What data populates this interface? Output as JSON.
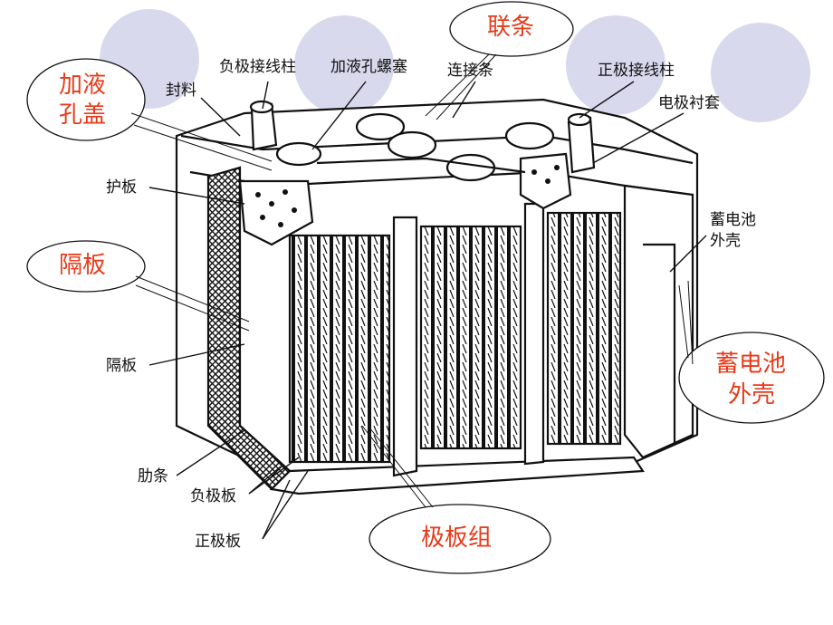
{
  "diagram": {
    "labels": {
      "fuji_jiexianzhu": "负极接线柱",
      "jiayekong_luosai": "加液孔螺塞",
      "lianjietiao": "连接条",
      "zhengji_jiexianzhu": "正极接线柱",
      "fengliao": "封料",
      "dianji_chentao": "电极衬套",
      "huban": "护板",
      "xudianchi_waike": "蓄电池外壳",
      "geban": "隔板",
      "leitiao": "肋条",
      "fujiban": "负极板",
      "zhengjiban": "正极板"
    },
    "callouts": {
      "jiayekonggai_1": "加液",
      "jiayekonggai_2": "孔盖",
      "liantiao": "联条",
      "geban": "隔板",
      "xudianchi_waike_1": "蓄电池",
      "xudianchi_waike_2": "外壳",
      "jibanzu": "极板组"
    },
    "colors": {
      "callout_text": "#e83a1a",
      "ellipse_bg": "#d9d9ee",
      "line": "#111111"
    }
  }
}
